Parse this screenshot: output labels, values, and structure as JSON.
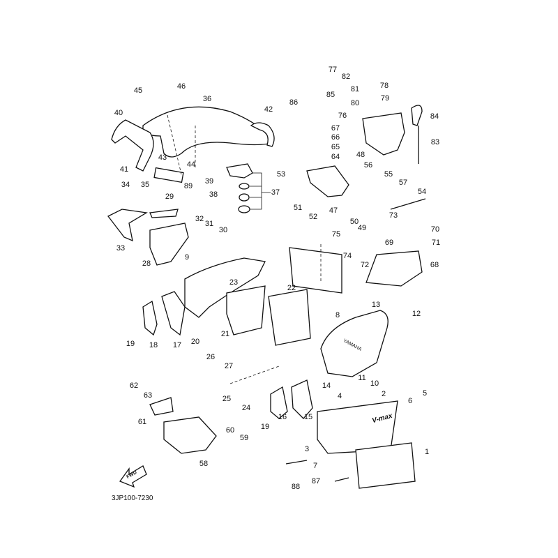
{
  "diagram": {
    "drawing_code": "3JP100-7230",
    "direction_arrow_text": "FWD",
    "part_labels": [
      "77",
      "82",
      "81",
      "78",
      "85",
      "86",
      "80",
      "79",
      "76",
      "84",
      "67",
      "66",
      "65",
      "64",
      "48",
      "83",
      "56",
      "53",
      "55",
      "57",
      "54",
      "51",
      "52",
      "47",
      "50",
      "49",
      "73",
      "70",
      "75",
      "69",
      "71",
      "74",
      "68",
      "72",
      "45",
      "46",
      "36",
      "40",
      "42",
      "43",
      "41",
      "44",
      "39",
      "89",
      "37",
      "38",
      "34",
      "35",
      "29",
      "32",
      "31",
      "30",
      "33",
      "28",
      "9",
      "23",
      "22",
      "13",
      "12",
      "8",
      "19",
      "18",
      "17",
      "20",
      "21",
      "26",
      "27",
      "11",
      "10",
      "14",
      "62",
      "63",
      "25",
      "24",
      "6",
      "5",
      "2",
      "4",
      "61",
      "19",
      "16",
      "15",
      "60",
      "59",
      "3",
      "1",
      "58",
      "7",
      "87",
      "88"
    ],
    "emblem_texts": [
      "YAMAHA",
      "V-max"
    ]
  }
}
